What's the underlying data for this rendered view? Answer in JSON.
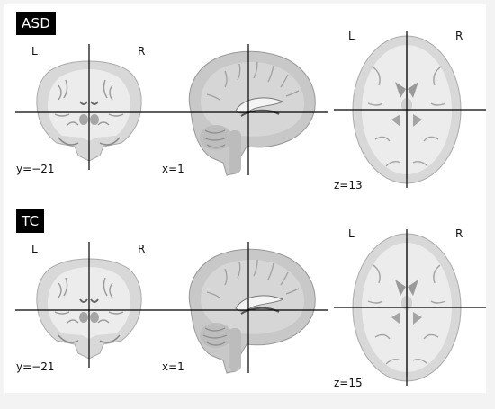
{
  "panels": [
    {
      "label": "ASD",
      "coronal": {
        "left": "L",
        "right": "R",
        "coord": "y=−21"
      },
      "sagittal": {
        "coord": "x=1"
      },
      "axial": {
        "left": "L",
        "right": "R",
        "coord": "z=13"
      }
    },
    {
      "label": "TC",
      "coronal": {
        "left": "L",
        "right": "R",
        "coord": "y=−21"
      },
      "sagittal": {
        "coord": "x=1"
      },
      "axial": {
        "left": "L",
        "right": "R",
        "coord": "z=15"
      }
    }
  ]
}
